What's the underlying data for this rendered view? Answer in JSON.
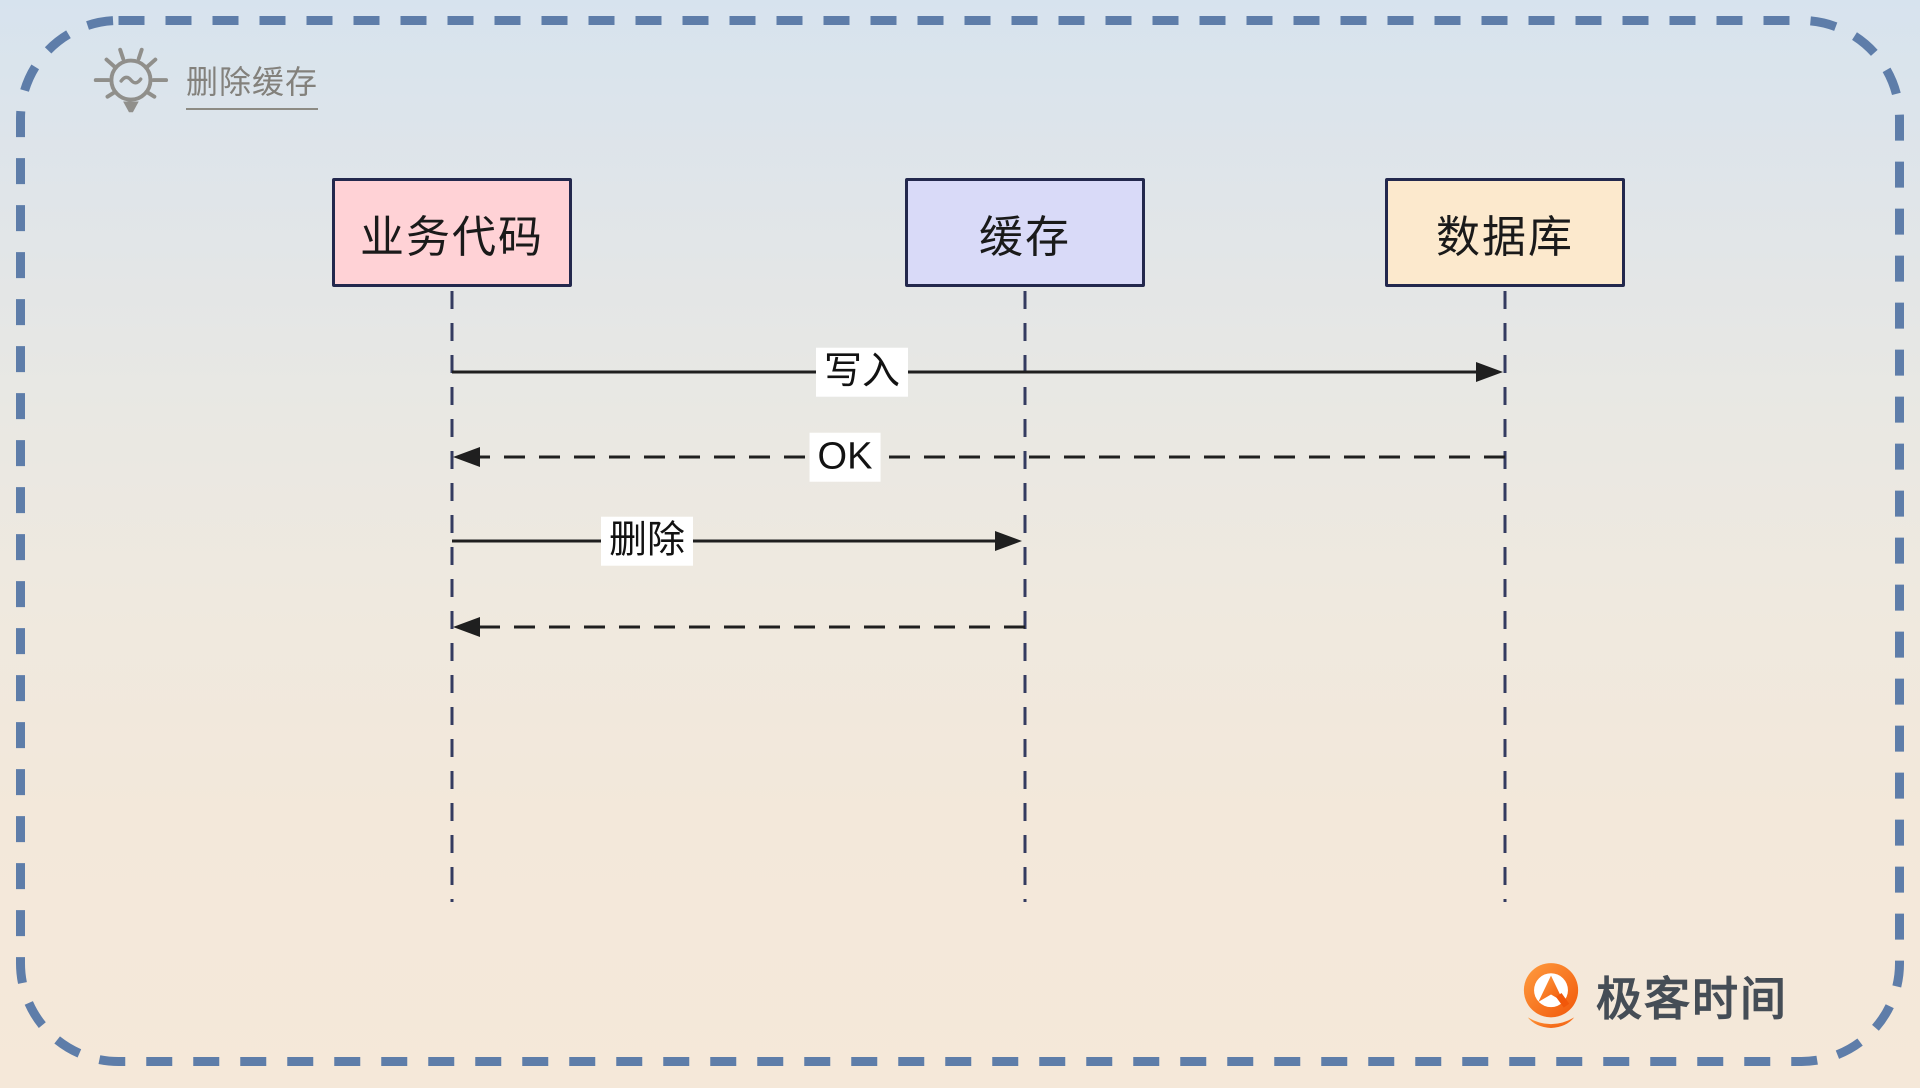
{
  "header": {
    "title": "删除缓存",
    "icon": "lightbulb-icon"
  },
  "actors": [
    {
      "id": "business",
      "label": "业务代码",
      "fill": "#ffd2d6"
    },
    {
      "id": "cache",
      "label": "缓存",
      "fill": "#d9daf8"
    },
    {
      "id": "database",
      "label": "数据库",
      "fill": "#fce9cd"
    }
  ],
  "messages": [
    {
      "seq": 1,
      "label": "写入",
      "from": "business",
      "to": "database",
      "line": "solid"
    },
    {
      "seq": 2,
      "label": "OK",
      "from": "database",
      "to": "business",
      "line": "dashed"
    },
    {
      "seq": 3,
      "label": "删除",
      "from": "business",
      "to": "cache",
      "line": "solid"
    },
    {
      "seq": 4,
      "label": "",
      "from": "cache",
      "to": "business",
      "line": "dashed"
    }
  ],
  "watermark": {
    "text": "极客时间",
    "icon": "geektime-logo-icon"
  },
  "colors": {
    "background_top": "#d7e3ee",
    "background_bottom": "#f5e8d9",
    "border_dash": "#5e7da9",
    "actor_border": "#23284d",
    "lifeline": "#343b60",
    "arrow": "#1f1f1f",
    "title_text": "#83817c",
    "logo_orange": "#f9690e",
    "logo_text_color": "#454d56"
  }
}
